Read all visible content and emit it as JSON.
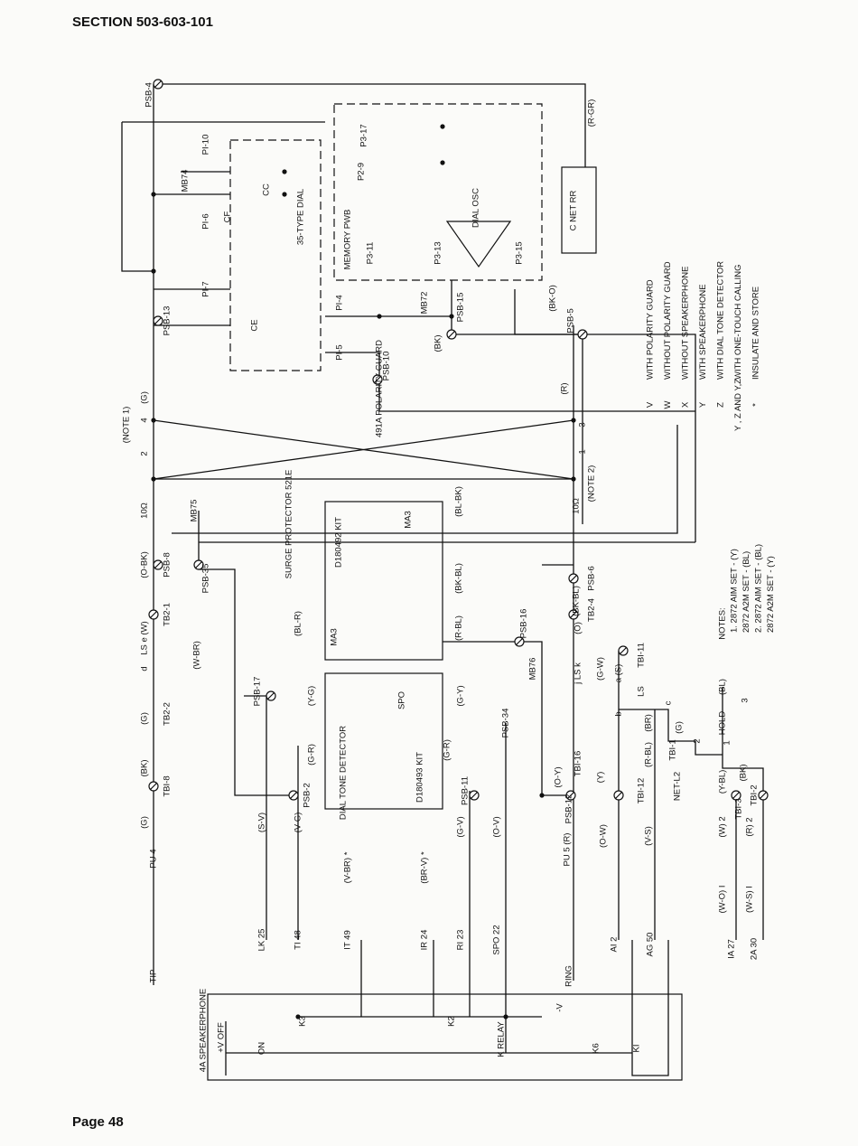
{
  "header": {
    "section": "SECTION 503-603-101"
  },
  "footer": {
    "page": "Page 48"
  },
  "legend": {
    "items": [
      {
        "symbol": "V",
        "text": "WITH POLARITY GUARD"
      },
      {
        "symbol": "W",
        "text": "WITHOUT POLARITY GUARD"
      },
      {
        "symbol": "X",
        "text": "WITHOUT SPEAKERPHONE"
      },
      {
        "symbol": "Y",
        "text": "WITH SPEAKERPHONE"
      },
      {
        "symbol": "Z",
        "text": "WITH DIAL TONE DETECTOR"
      },
      {
        "symbol": "Y , Z AND Y,Z",
        "text": "WITH ONE-TOUCH CALLING"
      },
      {
        "symbol": "*",
        "text": "INSULATE AND STORE"
      }
    ]
  },
  "notes": {
    "title": "NOTES:",
    "lines": [
      "1.  2872 AIM SET - (Y)",
      "2872 A2M SET - (BL)",
      "2.  2872 AIM SET - (BL)",
      "2872 A2M SET - (Y)"
    ]
  },
  "labels": {
    "tip": "TIP",
    "pu4": "PU  4",
    "g1": "(G)",
    "bk1": "(BK)",
    "tbi8": "TBI-8",
    "g2": "(G)",
    "tb22": "TB2-2",
    "d": "d",
    "lse": "LS  e",
    "w1": "(W)",
    "tb21": "TB2-1",
    "obk": "(O-BK)",
    "psb8": "PSB-8",
    "ohm1": "10Ω",
    "n2": "2",
    "n4": "4",
    "note1": "(NOTE 1)",
    "g3": "(G)",
    "psb13": "PSB-13",
    "psb4": "PSB-4",
    "pi10": "PI-10",
    "mb74": "MB74",
    "pi6": "PI-6",
    "pi7": "PI-7",
    "cf": "CF",
    "cc": "CC",
    "dial35": "35-TYPE DIAL",
    "ce": "CE",
    "memory": "MEMORY PWB",
    "p311": "P3-11",
    "p29": "P2-9",
    "p317": "P3-17",
    "dialosc": "DIAL OSC",
    "p313": "P3-13",
    "p315": "P3-15",
    "pi4": "PI-4",
    "mb72": "MB72",
    "pi5": "PI-5",
    "pg491": "491A POLARITY GUARD",
    "psb10": "PSB-10",
    "bk2": "(BK)",
    "psb15": "PSB-15",
    "net": "C   NET   RR",
    "rgr": "(R-GR)",
    "bko": "(BK-O)",
    "psb5": "PSB-5",
    "r1": "(R)",
    "n3": "3",
    "n1": "1",
    "note2": "(NOTE 2)",
    "ohm2": "10Ω",
    "psb6": "PSB-6",
    "bkbl": "(BK-BL)",
    "tb24": "TB2-4",
    "o1": "(O)",
    "tbi11": "TBI-11",
    "jlsk": "j  LS  k",
    "gw": "(G-W)",
    "as": "a  (S)",
    "b": "b",
    "ls2": "LS",
    "c": "c",
    "surge": "SURGE PROTECTOR 521E",
    "mb75": "MB75",
    "psb35": "PSB-35",
    "wbr": "(W-BR)",
    "blr": "(BL-R)",
    "kit492": "D180492 KIT",
    "ma3a": "MA3",
    "ma3b": "MA3",
    "blbk": "(BL-BK)",
    "bkbl2": "(BK-BL)",
    "rbl": "(R-BL)",
    "psb16": "PSB-16",
    "psb17": "PSB-17",
    "yg": "(Y-G)",
    "spo1": "SPO",
    "gy": "(G-Y)",
    "psb34": "PSB-34",
    "mb76": "MB76",
    "dtd": "DIAL TONE DETECTOR",
    "kit493": "D180493 KIT",
    "gr1": "(G-R)",
    "psb2": "PSB-2",
    "gr2": "(G-R)",
    "psb11": "PSB-11",
    "oy": "(O-Y)",
    "tbi16": "TBI-16",
    "psb12": "PSB-12",
    "y1": "(Y)",
    "tbi12": "TBI-12",
    "rbl2": "(R-BL)",
    "br": "(BR)",
    "tbi1": "TBI-1",
    "g4": "(G)",
    "netl2": "NET-L2",
    "n2b": "2",
    "hold": "HOLD",
    "n1b": "1",
    "n3b": "3",
    "bl": "(BL)",
    "ybl": "(Y-BL)",
    "bk3": "(BK)",
    "tbi3": "TBI-3",
    "tbi2": "TBI-2",
    "w2": "(W)  2",
    "r2": "(R)  2",
    "sv": "(S-V)",
    "vg": "(V-G)",
    "vbr": "(V-BR) *",
    "brv": "(BR-V) *",
    "gv": "(G-V)",
    "ov": "(O-V)",
    "pu5": "PU  5 (R)",
    "ow": "(O-W)",
    "vs": "(V-S)",
    "wo": "(W-O)  I",
    "ws": "(W-S)  I",
    "lk": "LK  25",
    "ti": "TI  48",
    "it": "IT  49",
    "ir": "IR  24",
    "ri": "RI  23",
    "spo": "SPO  22",
    "ring": "RING",
    "ai": "AI  2",
    "ag": "AG  50",
    "ia": "IA  27",
    "a2": "2A  30",
    "sp4a": "4A SPEAKERPHONE",
    "voff": "+V  OFF",
    "on": "ON",
    "k3": "K3",
    "k2": "K2",
    "krelay": "K RELAY",
    "mv": "-V",
    "k6": "K6",
    "ki": "KI"
  }
}
